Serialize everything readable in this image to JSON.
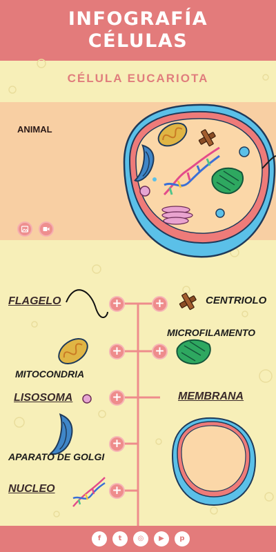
{
  "header": {
    "line1": "INFOGRAFÍA",
    "line2": "CÉLULAS"
  },
  "subtitle": "CÉLULA EUCARIOTA",
  "hero": {
    "label": "ANIMAL",
    "buttons": [
      {
        "icon": "image-icon"
      },
      {
        "icon": "video-icon"
      }
    ]
  },
  "labels": {
    "flagelo": "FLAGELO",
    "centriolo": "CENTRIOLO",
    "microfilamento": "MICROFILAMENTO",
    "mitocondria": "MITOCONDRIA",
    "lisosoma": "LISOSOMA",
    "membrana": "MEMBRANA",
    "golgi": "APARATO DE GOLGI",
    "nucleo": "NUCLEO"
  },
  "plus_symbol": "+",
  "footer": {
    "social": [
      {
        "icon": "facebook-icon",
        "glyph": "f"
      },
      {
        "icon": "twitter-icon",
        "glyph": "t"
      },
      {
        "icon": "instagram-icon",
        "glyph": "◎"
      },
      {
        "icon": "youtube-icon",
        "glyph": "▶"
      },
      {
        "icon": "pinterest-icon",
        "glyph": "p"
      }
    ]
  },
  "colors": {
    "accent": "#e37b7b",
    "background": "#f7efb8",
    "band": "#f8cfa3",
    "cell_outer": "#5bc0e8",
    "cell_inner": "#fbd7a8",
    "cell_rim": "#ee7b79"
  }
}
